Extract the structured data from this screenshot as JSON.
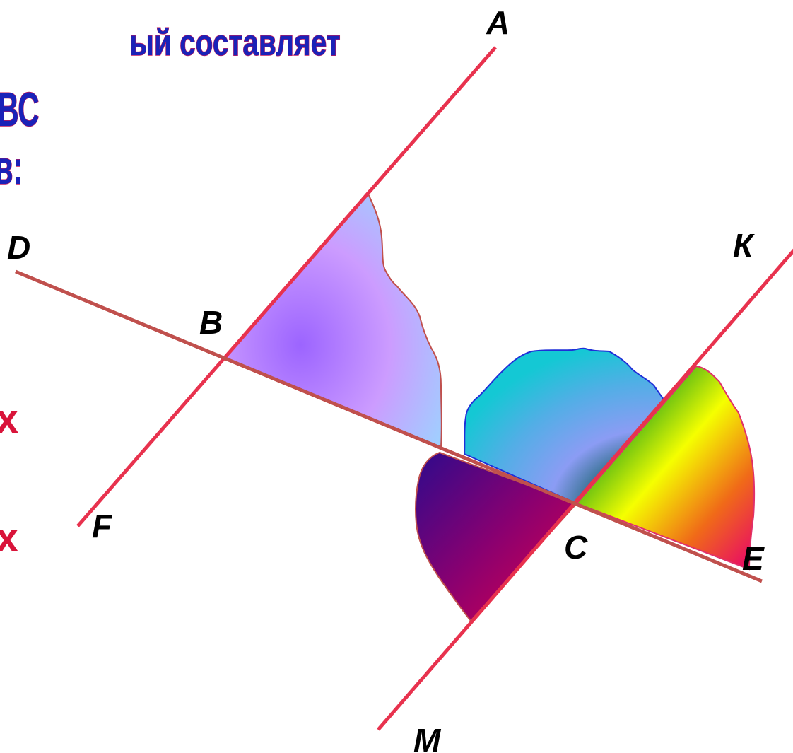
{
  "header": {
    "line1": "ый составляет",
    "line2": "ВС",
    "line3": "в:"
  },
  "markers": {
    "mark1": "х",
    "mark2": "х"
  },
  "points": {
    "A": "A",
    "B": "B",
    "C": "C",
    "D": "D",
    "E": "E",
    "F": "F",
    "K": "К",
    "M": "M"
  },
  "colors": {
    "parallel_lines": "#e8324e",
    "secant": "#c0504d",
    "caption_fill": "#1a22b8",
    "caption_outline": "#c2185b",
    "cross_marks": "#d9143a"
  }
}
